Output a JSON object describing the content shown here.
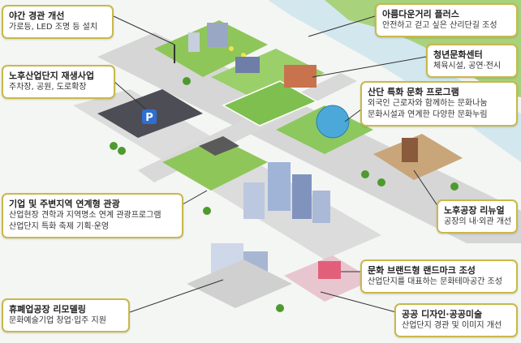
{
  "callouts": {
    "night_view": {
      "title": "야간 경관 개선",
      "desc": "가로등, LED 조명 등 설치"
    },
    "old_industrial": {
      "title": "노후산업단지 재생사업",
      "desc": "주차장, 공원, 도로확장"
    },
    "tourism": {
      "title": "기업 및 주변지역 연계형 관광",
      "desc1": "산업현장 견학과 지역명소 연계 관광프로그램",
      "desc2": "산업단지 특화 축제 기획·운영"
    },
    "remodel": {
      "title": "휴폐업공장 리모델링",
      "desc": "문화예술기업 창업·입주 지원"
    },
    "street": {
      "title": "아름다운거리 플러스",
      "desc": "안전하고 걷고 싶은 산리단길 조성"
    },
    "youth_center": {
      "title": "청년문화센터",
      "desc": "체육시설, 공연·전시"
    },
    "culture_program": {
      "title": "산단 특화 문화 프로그램",
      "desc1": "외국인 근로자와 함께하는 문화나눔",
      "desc2": "문화시설과 연계한 다양한 문화누림"
    },
    "factory_renewal": {
      "title": "노후공장 리뉴얼",
      "desc": "공장의 내·외관 개선"
    },
    "landmark": {
      "title": "문화 브랜드형 랜드마크 조성",
      "desc": "산업단지를 대표하는 문화테마공간 조성"
    },
    "public_design": {
      "title": "공공 디자인·공공미술",
      "desc": "산업단지 경관 및 이미지 개선"
    }
  },
  "map": {
    "parking_letter": "P",
    "colors": {
      "road": "#d9d9d9",
      "grass": "#7cc04a",
      "water": "#9fd3e8",
      "accent": "#c9b84a"
    }
  }
}
